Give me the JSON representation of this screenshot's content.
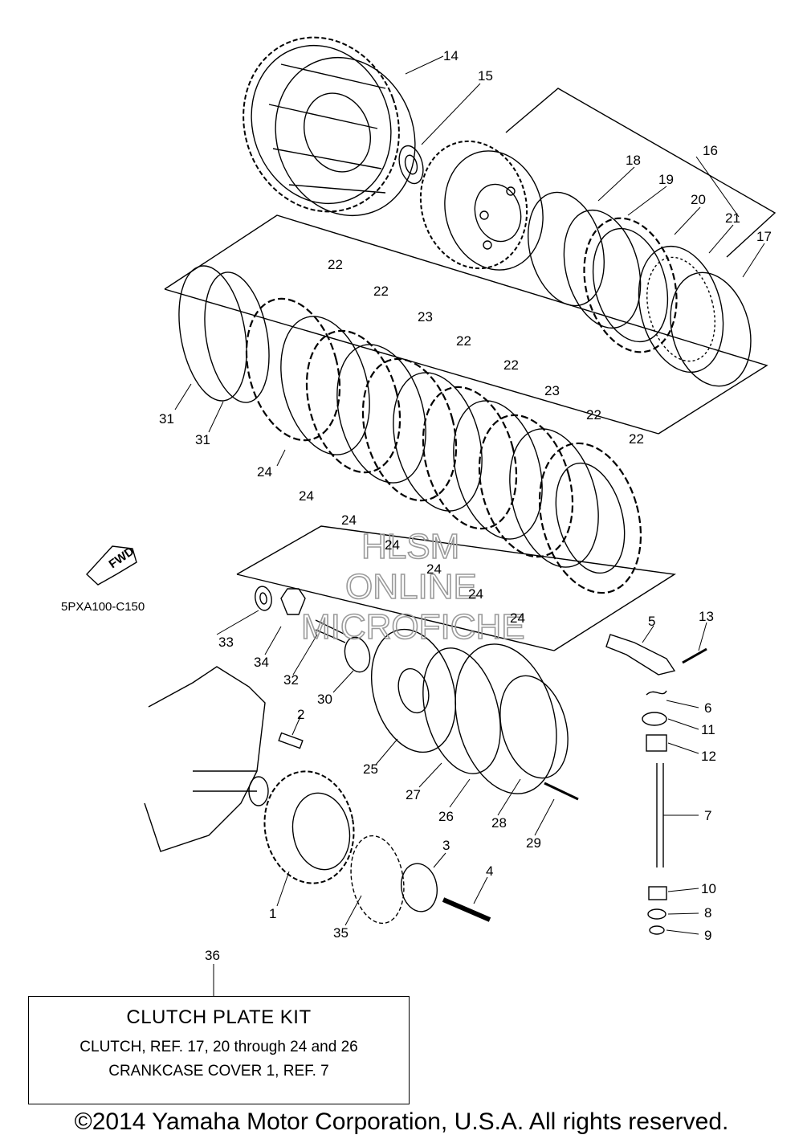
{
  "diagram_code": "5PXA100-C150",
  "fwd_label": "FWD",
  "watermark": [
    "HLSM",
    "ONLINE",
    "MICROFICHE"
  ],
  "callouts": {
    "c1": "1",
    "c2": "2",
    "c3": "3",
    "c4": "4",
    "c5": "5",
    "c6": "6",
    "c7": "7",
    "c8": "8",
    "c9": "9",
    "c10": "10",
    "c11": "11",
    "c12": "12",
    "c13": "13",
    "c14": "14",
    "c15": "15",
    "c16": "16",
    "c17": "17",
    "c18": "18",
    "c19": "19",
    "c20": "20",
    "c21": "21",
    "c22": "22",
    "c23": "23",
    "c24": "24",
    "c25": "25",
    "c26": "26",
    "c27": "27",
    "c28": "28",
    "c29": "29",
    "c30": "30",
    "c31": "31",
    "c32": "32",
    "c33": "33",
    "c34": "34",
    "c35": "35",
    "c36": "36"
  },
  "kit": {
    "title": "CLUTCH PLATE KIT",
    "line1": "CLUTCH, REF. 17, 20 through 24 and 26",
    "line2": "CRANKCASE COVER 1, REF.  7"
  },
  "copyright": "©2014 Yamaha Motor Corporation, U.S.A. All rights reserved."
}
